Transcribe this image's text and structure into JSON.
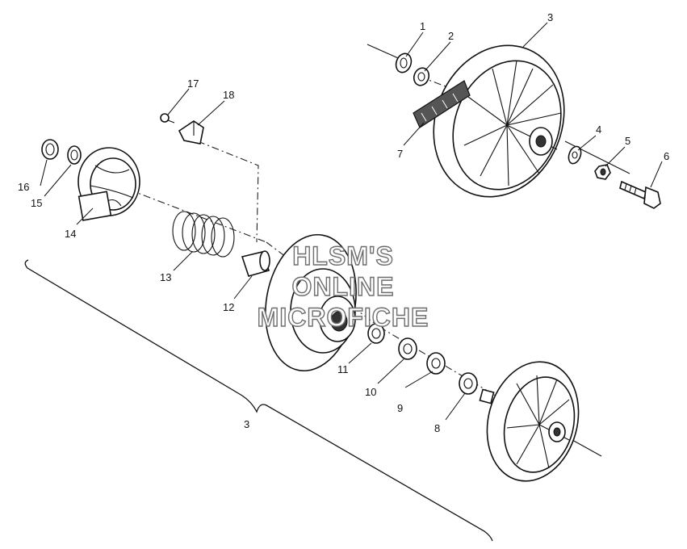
{
  "callouts": [
    {
      "n": "1",
      "label": "1"
    },
    {
      "n": "2",
      "label": "2"
    },
    {
      "n": "3",
      "label": "3"
    },
    {
      "n": "4",
      "label": "4"
    },
    {
      "n": "5",
      "label": "5"
    },
    {
      "n": "6",
      "label": "6"
    },
    {
      "n": "7",
      "label": "7"
    },
    {
      "n": "8",
      "label": "8"
    },
    {
      "n": "9",
      "label": "9"
    },
    {
      "n": "10",
      "label": "10"
    },
    {
      "n": "11",
      "label": "11"
    },
    {
      "n": "12",
      "label": "12"
    },
    {
      "n": "13",
      "label": "13"
    },
    {
      "n": "14",
      "label": "14"
    },
    {
      "n": "15",
      "label": "15"
    },
    {
      "n": "16",
      "label": "16"
    },
    {
      "n": "17",
      "label": "17"
    },
    {
      "n": "18",
      "label": "18"
    }
  ],
  "assembly_label": "3",
  "watermark": {
    "line1": "HLSM'S",
    "line2": "ONLINE",
    "line3": "MICROFICHE",
    "color": "#6d6d6d"
  }
}
